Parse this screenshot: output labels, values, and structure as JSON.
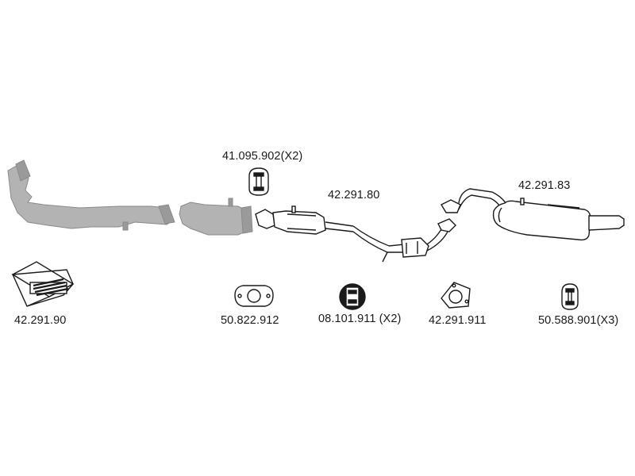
{
  "parts": [
    {
      "id": "downpipe-front",
      "label": ""
    },
    {
      "id": "catalytic-converter",
      "label": ""
    },
    {
      "id": "hanger-top",
      "label": "41.095.902(X2)"
    },
    {
      "id": "middle-pipe",
      "label": "42.291.80"
    },
    {
      "id": "rear-silencer",
      "label": "42.291.83"
    },
    {
      "id": "mounting-kit",
      "label": "42.291.90"
    },
    {
      "id": "gasket-oval",
      "label": "50.822.912"
    },
    {
      "id": "rubber-mount",
      "label": "08.101.911 (X2)"
    },
    {
      "id": "gasket-triangle",
      "label": "42.291.911"
    },
    {
      "id": "hanger-bottom",
      "label": "50.588.901(X3)"
    }
  ],
  "colors": {
    "grey_part": "#b3b3b3",
    "grey_part_dark": "#7a7a7a",
    "line": "#1a1a1a",
    "text": "#1a1a1a"
  }
}
